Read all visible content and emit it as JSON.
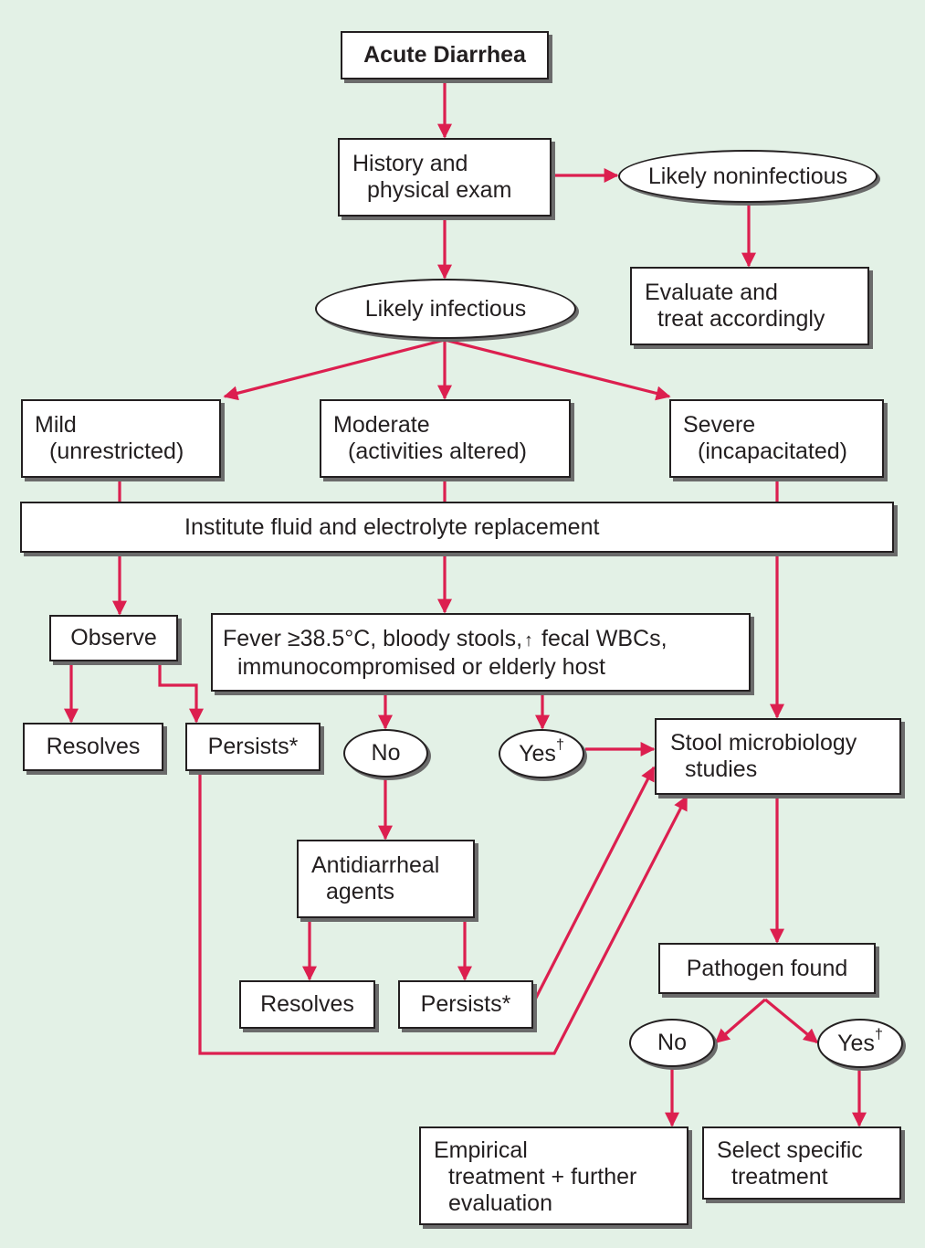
{
  "colors": {
    "background": "#e3f1e6",
    "arrow": "#dc1f4f",
    "box_border": "#231f20",
    "shadow": "#6b6b6b"
  },
  "nodes": {
    "acute": "Acute Diarrhea",
    "history_l1": "History and",
    "history_l2": "physical exam",
    "noninfectious": "Likely noninfectious",
    "evaluate_l1": "Evaluate and",
    "evaluate_l2": "treat accordingly",
    "infectious": "Likely infectious",
    "mild_l1": "Mild",
    "mild_l2": "(unrestricted)",
    "moderate_l1": "Moderate",
    "moderate_l2": "(activities altered)",
    "severe_l1": "Severe",
    "severe_l2": "(incapacitated)",
    "fluid": "Institute fluid and electrolyte replacement",
    "observe": "Observe",
    "criteria_l1a": "Fever ≥38.5°C, bloody stools,",
    "criteria_up_arrow": "↑",
    "criteria_l1b": " fecal WBCs,",
    "criteria_l2": "immunocompromised or elderly host",
    "resolves_1": "Resolves",
    "persists_1": "Persists*",
    "no_1": "No",
    "yes_1": "Yes",
    "yes_1_mark": "†",
    "stool_l1": "Stool microbiology",
    "stool_l2": "studies",
    "antidiarrheal_l1": "Antidiarrheal",
    "antidiarrheal_l2": "agents",
    "resolves_2": "Resolves",
    "persists_2": "Persists*",
    "pathogen": "Pathogen found",
    "no_2": "No",
    "yes_2": "Yes",
    "yes_2_mark": "†",
    "empirical_l1": "Empirical",
    "empirical_l2": "treatment + further",
    "empirical_l3": "evaluation",
    "specific_l1": "Select specific",
    "specific_l2": "treatment"
  }
}
